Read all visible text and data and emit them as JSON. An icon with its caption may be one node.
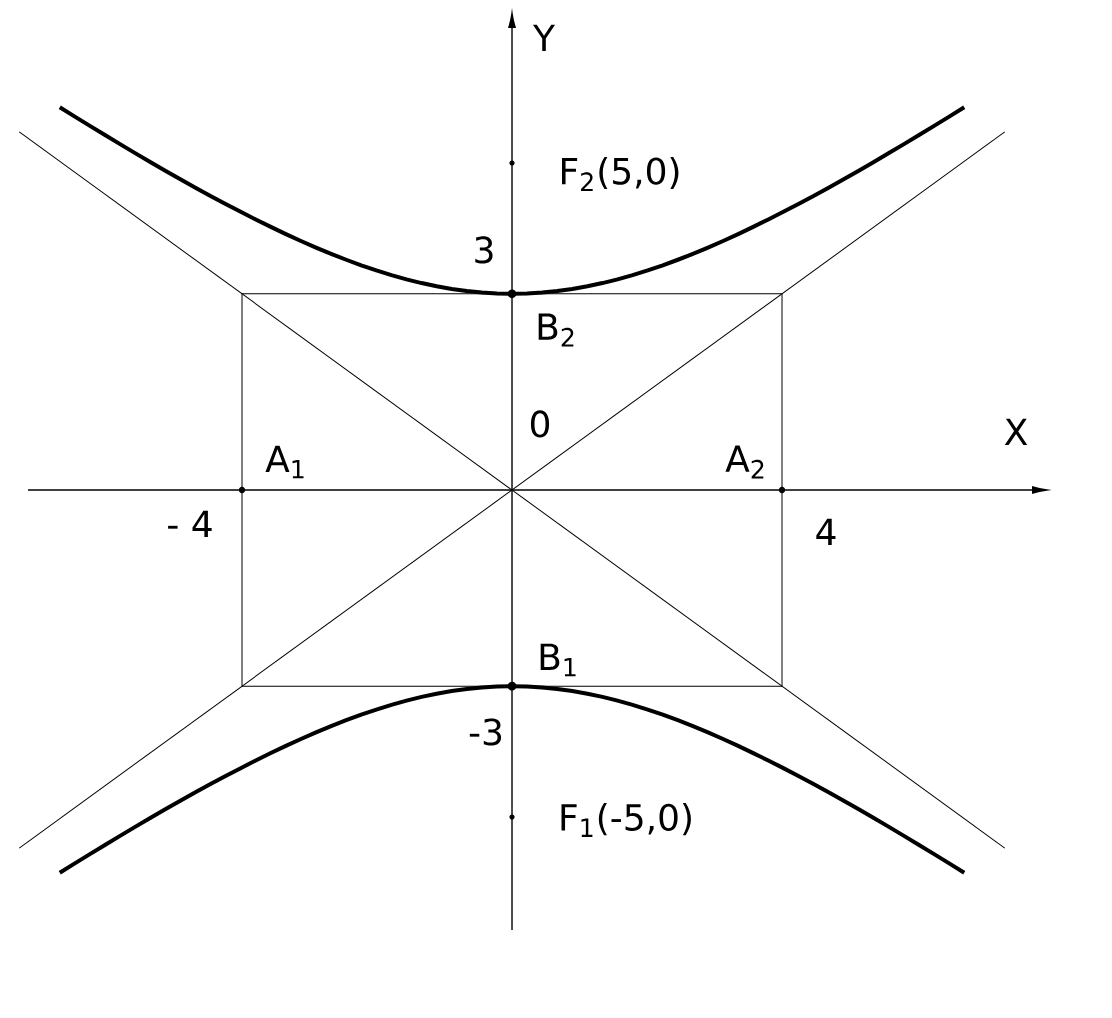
{
  "diagram": {
    "labels": [
      "Y",
      "F$_{2}$(5,0)",
      "3",
      "B$_{2}$",
      "0",
      "X",
      "A$_{1}$",
      "A$_{2}$",
      "- 4",
      "4",
      "B$_{1}$",
      "-3",
      "F$_{1}$(-5,0)"
    ]
  }
}
